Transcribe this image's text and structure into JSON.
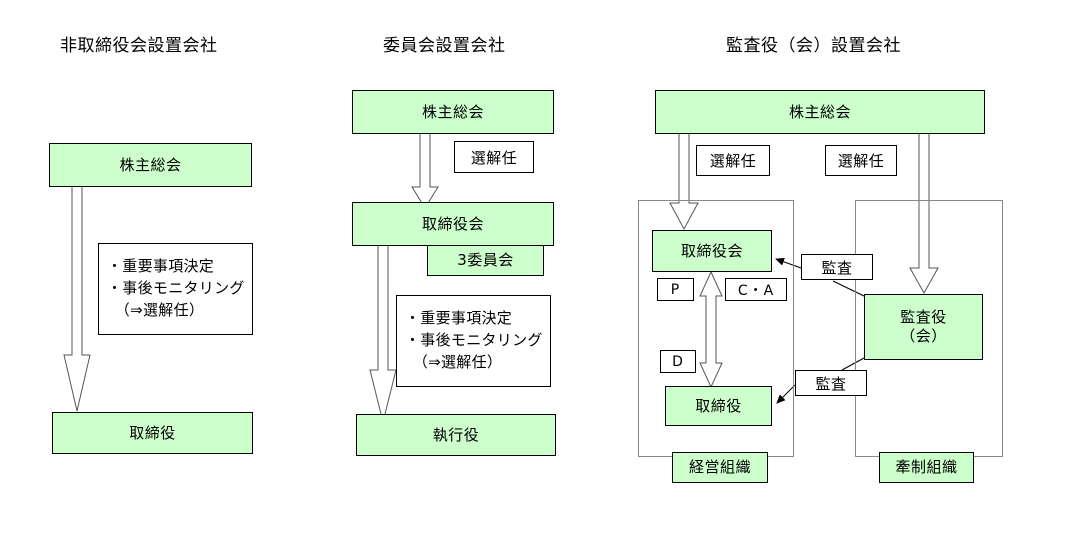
{
  "diagram": {
    "title_row": {
      "column1_title": "非取締役会設置会社",
      "column2_title": "委員会設置会社",
      "column3_title": "監査役（会）設置会社"
    },
    "colors": {
      "node_fill": "#ccffcc",
      "node_border": "#000000",
      "frame_border": "#888888",
      "arrow_stroke": "#000000",
      "background": "#ffffff"
    },
    "column1": {
      "name": "非取締役会設置会社",
      "nodes": {
        "shareholders_meeting": "株主総会",
        "director": "取締役"
      },
      "note": "・重要事項決定\n・事後モニタリング\n　（⇒選解任）",
      "arrows": [
        {
          "from": "株主総会",
          "to": "取締役",
          "style": "block-arrow-down"
        }
      ]
    },
    "column2": {
      "name": "委員会設置会社",
      "nodes": {
        "shareholders_meeting": "株主総会",
        "board_of_directors": "取締役会",
        "three_committees": "3委員会",
        "executive_officer": "執行役"
      },
      "labels": {
        "appoint_dismiss": "選解任"
      },
      "note": "・重要事項決定\n・事後モニタリング\n　（⇒選解任）",
      "arrows": [
        {
          "from": "株主総会",
          "to": "取締役会",
          "label": "選解任",
          "style": "block-arrow-down"
        },
        {
          "from": "取締役会",
          "to": "執行役",
          "style": "block-arrow-down"
        }
      ]
    },
    "column3": {
      "name": "監査役（会）設置会社",
      "nodes": {
        "shareholders_meeting": "株主総会",
        "board_of_directors": "取締役会",
        "director": "取締役",
        "auditor": "監査役\n（会）"
      },
      "labels": {
        "appoint_dismiss_left": "選解任",
        "appoint_dismiss_right": "選解任",
        "audit_upper": "監査",
        "audit_lower": "監査",
        "pdca_p": "P",
        "pdca_ca": "C・A",
        "pdca_d": "D"
      },
      "frames": {
        "management_org": "経営組織",
        "check_org": "牽制組織"
      },
      "arrows": [
        {
          "from": "株主総会",
          "to": "取締役会",
          "label": "選解任",
          "style": "block-arrow-down"
        },
        {
          "from": "株主総会",
          "to": "監査役（会）",
          "label": "選解任",
          "style": "block-arrow-down"
        },
        {
          "from": "取締役会",
          "to": "取締役",
          "style": "block-arrow-double-vertical"
        },
        {
          "from": "監査役（会）",
          "to": "取締役会",
          "label": "監査",
          "style": "thin-arrow"
        },
        {
          "from": "監査役（会）",
          "to": "取締役",
          "label": "監査",
          "style": "thin-arrow"
        }
      ]
    }
  }
}
